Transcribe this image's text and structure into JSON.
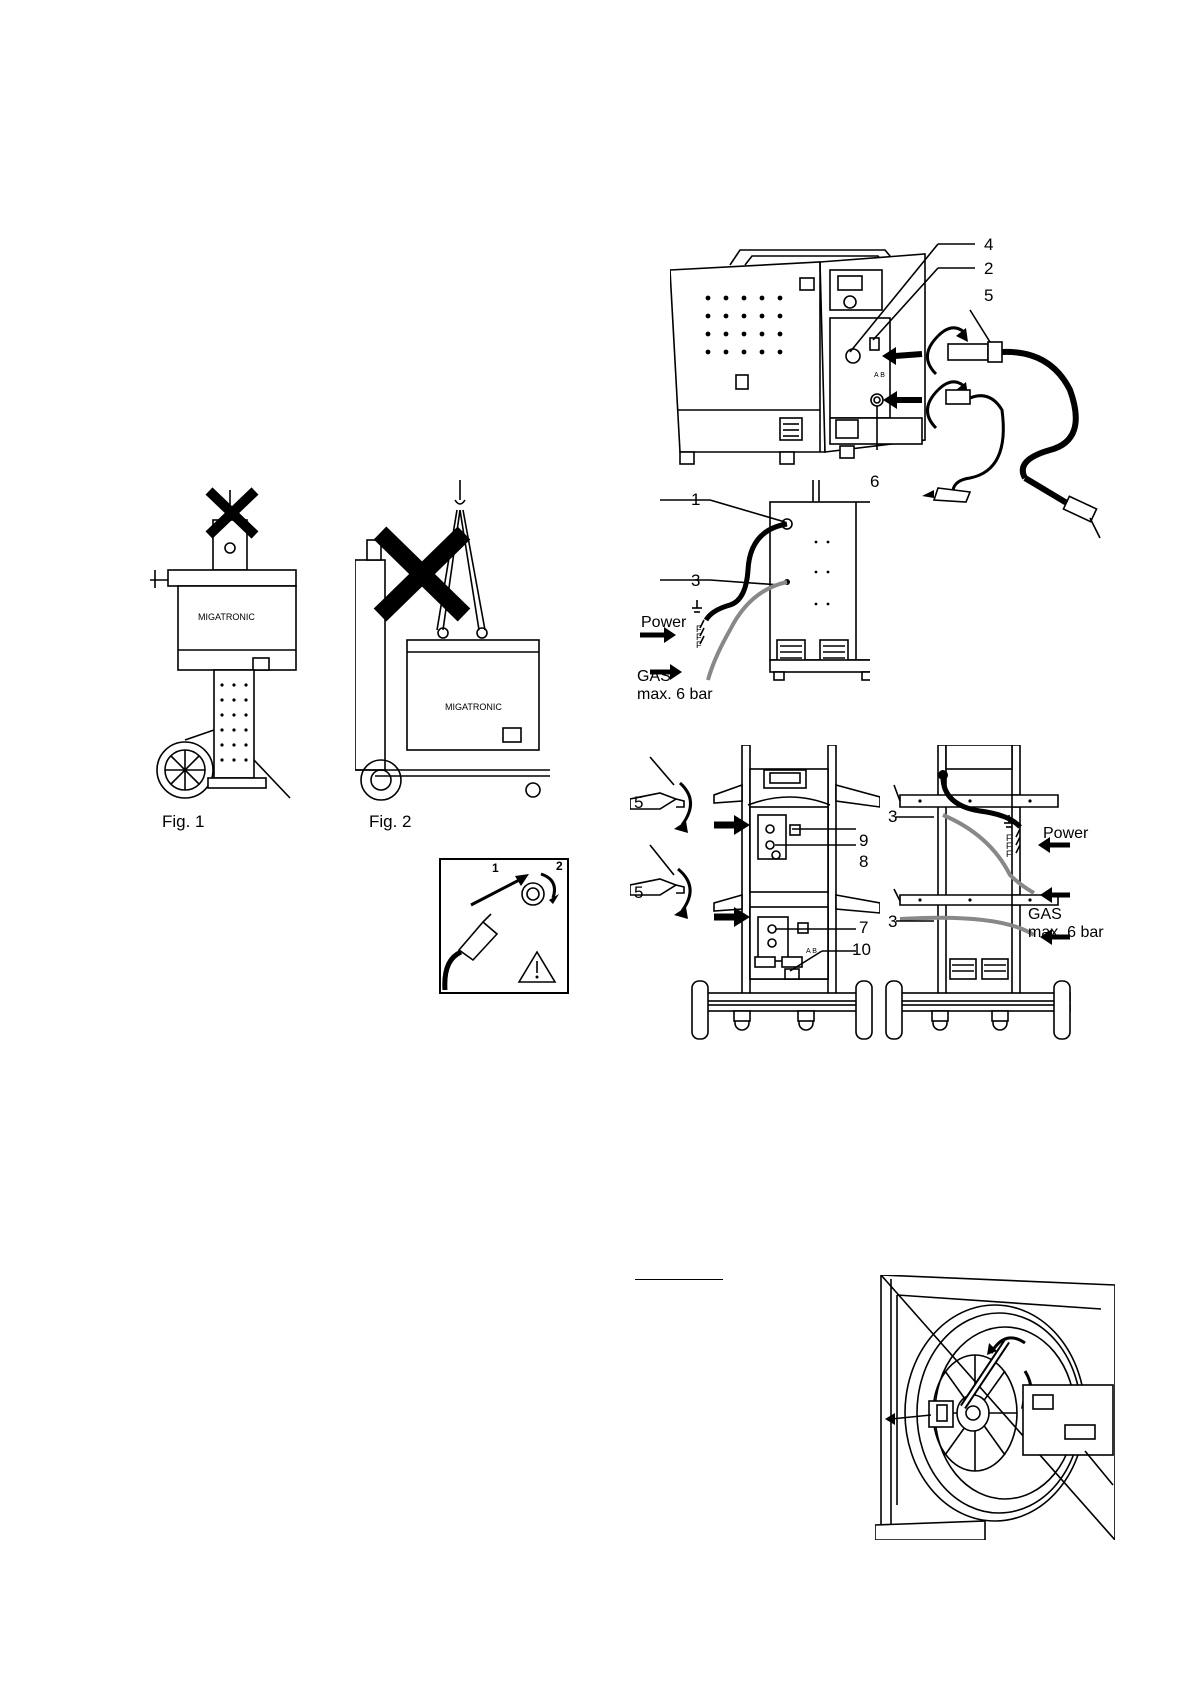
{
  "figures": {
    "fig1": {
      "caption": "Fig. 1"
    },
    "fig2": {
      "caption": "Fig. 2"
    }
  },
  "connector_warning": {
    "step1": "1",
    "step2": "2"
  },
  "side_view": {
    "callouts": [
      "4",
      "2",
      "5",
      "6"
    ]
  },
  "rear_view": {
    "callouts": [
      "1",
      "3"
    ],
    "power_label": "Power",
    "gas_label": "GAS",
    "gas_pressure": "max. 6 bar"
  },
  "trolley_front": {
    "callouts": [
      "5",
      "9",
      "8",
      "5",
      "7",
      "10"
    ]
  },
  "trolley_rear": {
    "callouts": [
      "3",
      "3"
    ],
    "power_label": "Power",
    "gas_label": "GAS",
    "gas_pressure": "max. 6 bar"
  }
}
